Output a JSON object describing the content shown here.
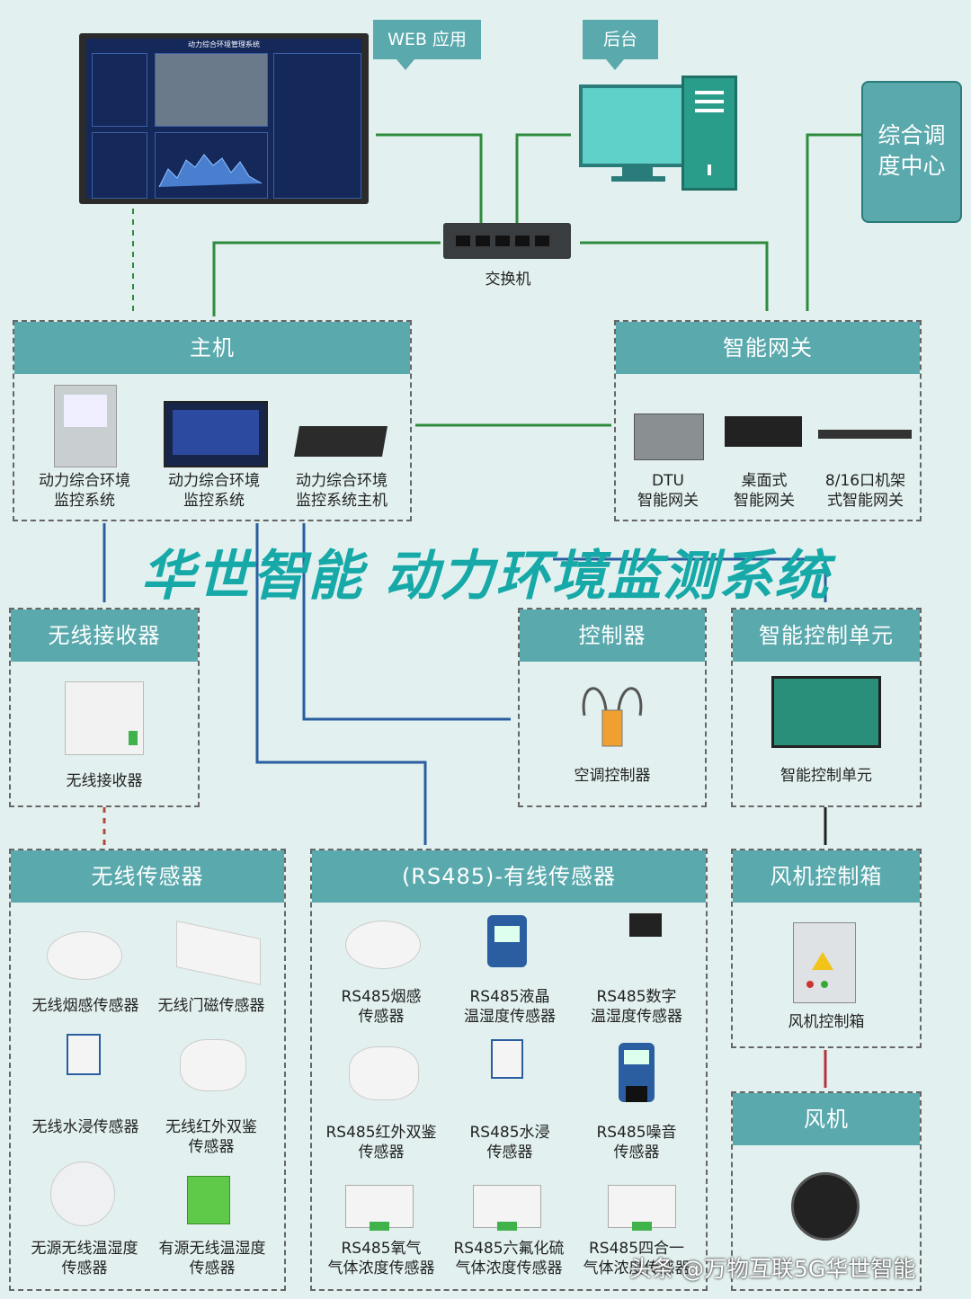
{
  "monitor": {
    "title": "动力综合环境管理系统"
  },
  "bubbles": {
    "web": "WEB 应用",
    "backend": "后台"
  },
  "dispatch": {
    "label": "综合调\n度中心"
  },
  "switch": {
    "label": "交换机"
  },
  "host": {
    "title": "主机",
    "items": [
      {
        "label": "动力综合环境\n监控系统"
      },
      {
        "label": "动力综合环境\n监控系统"
      },
      {
        "label": "动力综合环境\n监控系统主机"
      }
    ]
  },
  "gateway": {
    "title": "智能网关",
    "items": [
      {
        "label": "DTU\n智能网关"
      },
      {
        "label": "桌面式\n智能网关"
      },
      {
        "label": "8/16口机架\n式智能网关"
      }
    ]
  },
  "main_title": "华世智能 动力环境监测系统",
  "wireless_receiver": {
    "title": "无线接收器",
    "item": "无线接收器"
  },
  "controller": {
    "title": "控制器",
    "item": "空调控制器"
  },
  "smart_unit": {
    "title": "智能控制单元",
    "item": "智能控制单元"
  },
  "wireless_sensors": {
    "title": "无线传感器",
    "items": [
      {
        "label": "无线烟感传感器"
      },
      {
        "label": "无线门磁传感器"
      },
      {
        "label": "无线水浸传感器"
      },
      {
        "label": "无线红外双鉴\n传感器"
      },
      {
        "label": "无源无线温湿度\n传感器"
      },
      {
        "label": "有源无线温湿度\n传感器"
      }
    ]
  },
  "wired_sensors": {
    "title": "(RS485)-有线传感器",
    "items": [
      {
        "label": "RS485烟感\n传感器"
      },
      {
        "label": "RS485液晶\n温湿度传感器"
      },
      {
        "label": "RS485数字\n温湿度传感器"
      },
      {
        "label": "RS485红外双鉴\n传感器"
      },
      {
        "label": "RS485水浸\n传感器"
      },
      {
        "label": "RS485噪音\n传感器"
      },
      {
        "label": "RS485氧气\n气体浓度传感器"
      },
      {
        "label": "RS485六氟化硫\n气体浓度传感器"
      },
      {
        "label": "RS485四合一\n气体浓度传感器"
      }
    ]
  },
  "fan_box": {
    "title": "风机控制箱",
    "item": "风机控制箱"
  },
  "fan": {
    "title": "风机"
  },
  "watermark": "头条 @万物互联5G华世智能"
}
